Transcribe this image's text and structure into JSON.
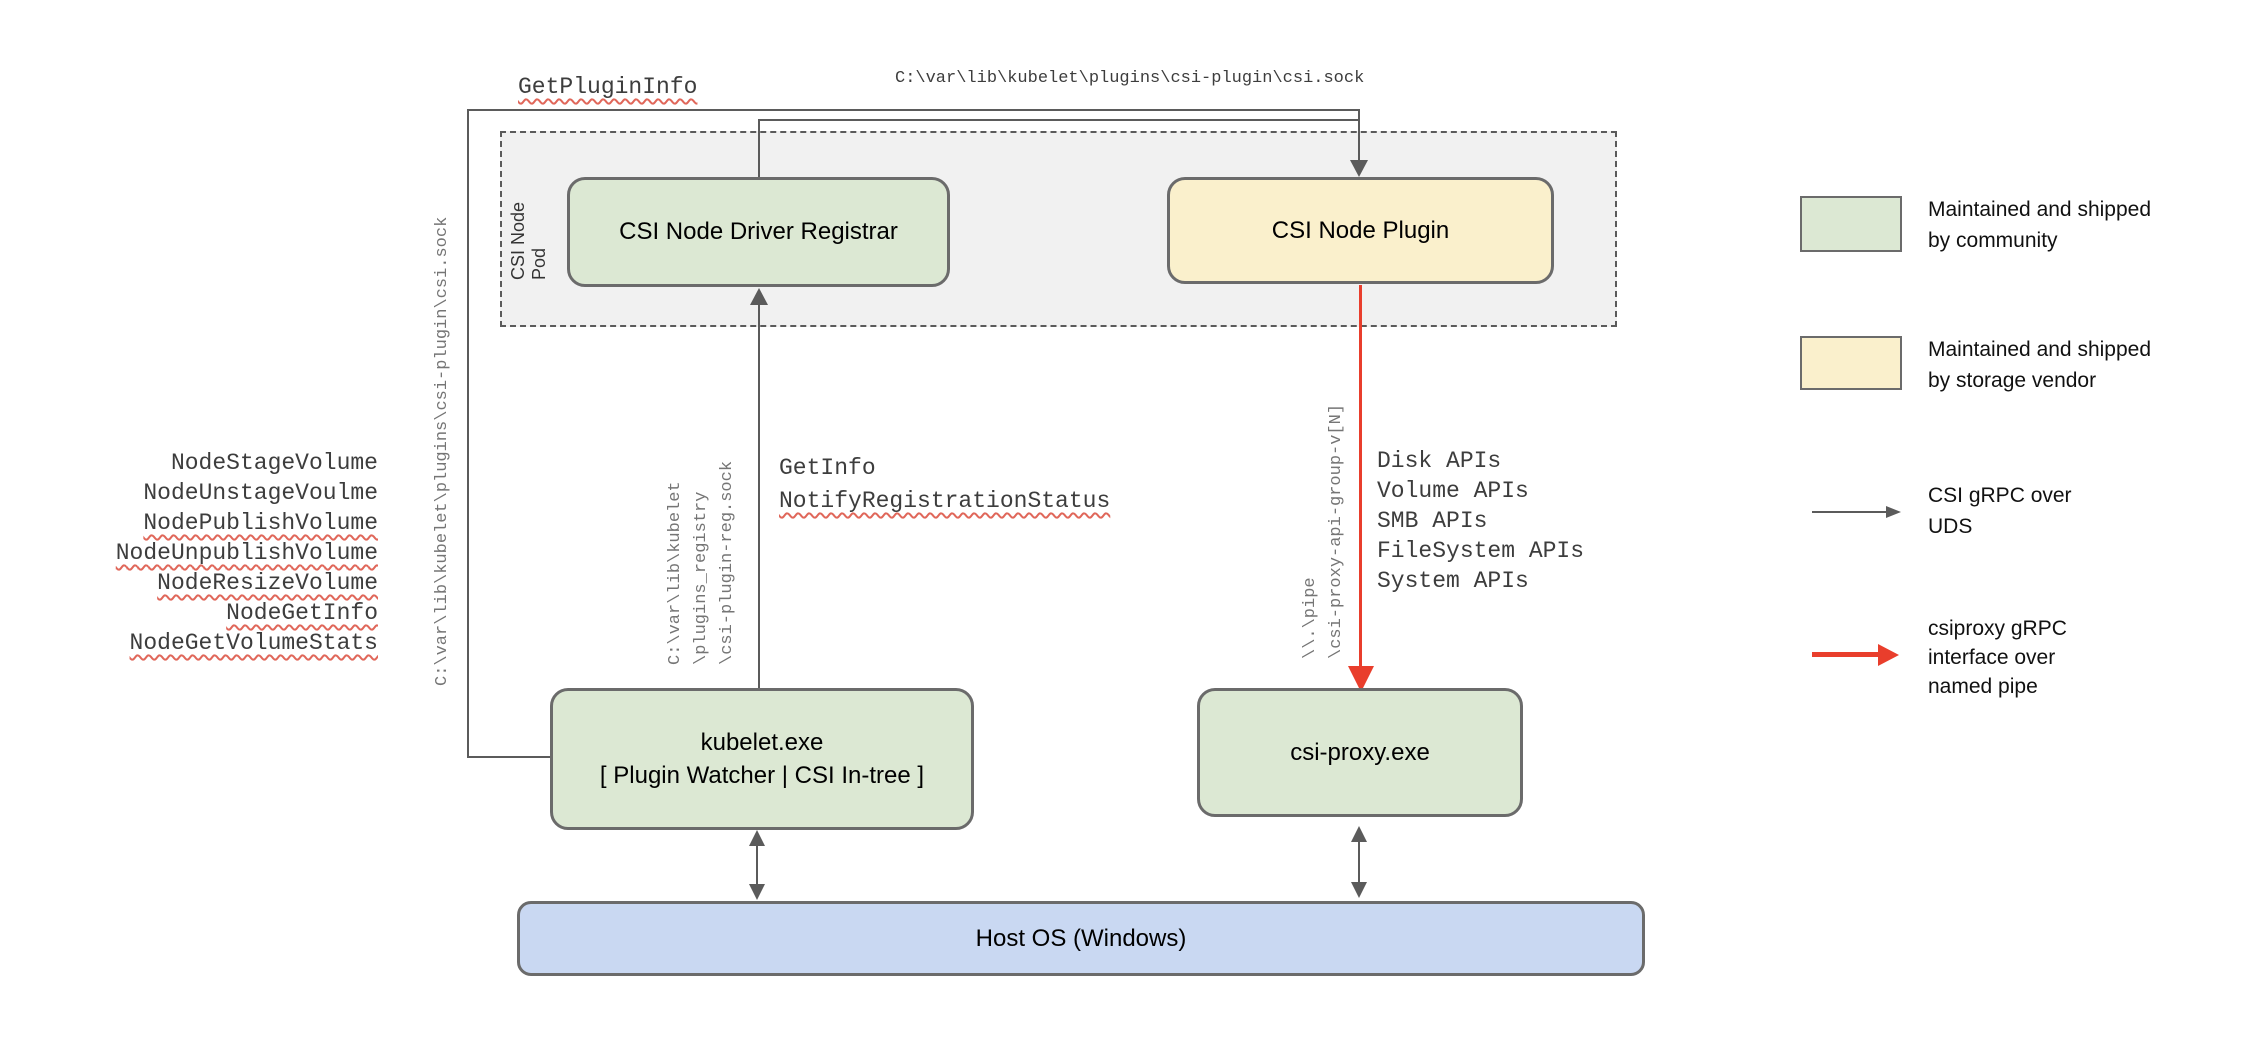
{
  "diagram": {
    "top": {
      "get_plugin_info": "GetPluginInfo",
      "csi_sock_path": "C:\\var\\lib\\kubelet\\plugins\\csi-plugin\\csi.sock"
    },
    "left": {
      "csi_sock_path_vertical": "C:\\var\\lib\\kubelet\\plugins\\csi-plugin\\csi.sock",
      "node_calls": [
        "NodeStageVolume",
        "NodeUnstageVoulme",
        "NodePublishVolume",
        "NodeUnpublishVolume",
        "NodeResizeVolume",
        "NodeGetInfo",
        "NodeGetVolumeStats"
      ]
    },
    "pod": {
      "label": "CSI Node Pod",
      "registrar": "CSI Node Driver Registrar",
      "plugin": "CSI Node Plugin"
    },
    "middle": {
      "registry_sock_path": "C:\\var\\lib\\kubelet\n\\plugins_registry\n\\csi-plugin-reg.sock",
      "get_info": "GetInfo",
      "notify_registration_status": "NotifyRegistrationStatus",
      "pipe_path": "\\\\.\\pipe\n\\csi-proxy-api-group-v[N]",
      "api_calls": [
        "Disk APIs",
        "Volume APIs",
        "SMB APIs",
        "FileSystem APIs",
        "System APIs"
      ]
    },
    "bottom": {
      "kubelet_line1": "kubelet.exe",
      "kubelet_line2": "[ Plugin Watcher | CSI In-tree ]",
      "csi_proxy": "csi-proxy.exe",
      "host_os": "Host OS (Windows)"
    },
    "legend": {
      "community": "Maintained and shipped\nby community",
      "vendor": "Maintained and shipped\nby storage vendor",
      "uds": "CSI gRPC over\nUDS",
      "named_pipe": "csiproxy gRPC\ninterface over\nnamed pipe"
    },
    "colors": {
      "community_fill": "#dce8d3",
      "vendor_fill": "#faf0cc",
      "host_fill": "#c9d8f2",
      "pod_fill": "#f1f1f1",
      "line_gray": "#5b5b5b",
      "arrow_red": "#e93e2c",
      "squiggle": "#e0675a"
    }
  }
}
